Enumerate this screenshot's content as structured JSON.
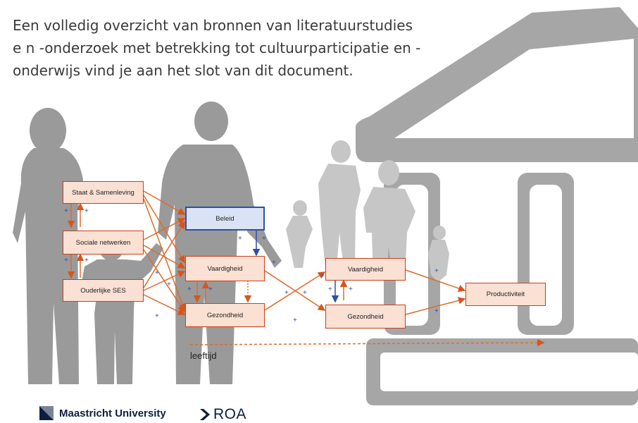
{
  "intro_text": "Een volledig overzicht van bronnen van literatuurstudies e n -onderzoek met betrekking tot cultuurparticipatie en -onderwijs vind je aan het slot van dit document.",
  "diagram": {
    "boxes": {
      "staat": "Staat & Samenleving",
      "sociale": "Sociale netwerken",
      "ses": "Ouderlijke SES",
      "beleid": "Beleid",
      "vaardigheid1": "Vaardigheid",
      "gezondheid1": "Gezondheid",
      "vaardigheid2": "Vaardigheid",
      "gezondheid2": "Gezondheid",
      "productiviteit": "Productiviteit"
    },
    "plus_sign": "+",
    "age_label": "leeftijd"
  },
  "logos": {
    "um": "Maastricht University",
    "roa": "ROA"
  },
  "colors": {
    "box_border": "#c8401a",
    "box_fill": "#fbe0d4",
    "beleid_border": "#2e4fa6",
    "beleid_fill": "#dae3f5",
    "arrow": "#e06a2a",
    "plus": "#2e4fa6",
    "silhouette_dark": "#9a9a9a",
    "silhouette_light": "#bcbcbc"
  }
}
